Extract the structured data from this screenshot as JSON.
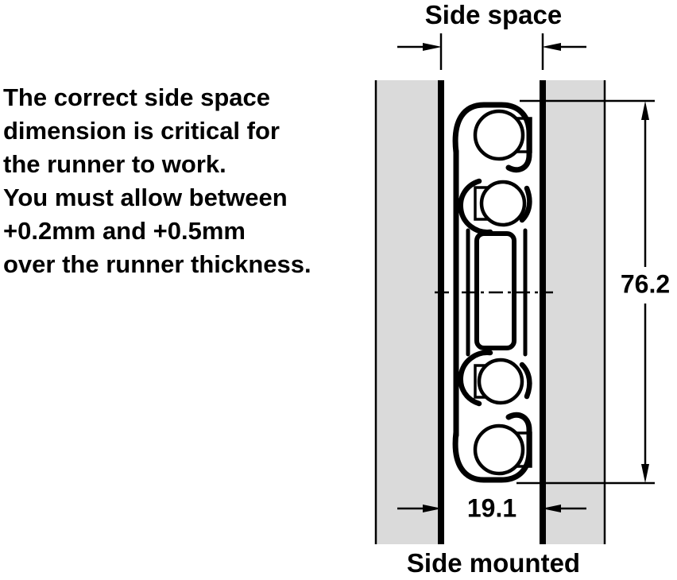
{
  "description": {
    "lines": [
      "The correct side space",
      "dimension is critical for",
      "the runner to work.",
      "You must allow between",
      "+0.2mm and +0.5mm",
      "over the runner thickness."
    ]
  },
  "dimensions": {
    "side_space_label": "Side space",
    "runner_height": "76.2",
    "side_space_total": "19.1"
  },
  "caption": "Side mounted",
  "colors": {
    "background": "#ffffff",
    "panel_fill": "#dadada",
    "ink": "#000000"
  }
}
